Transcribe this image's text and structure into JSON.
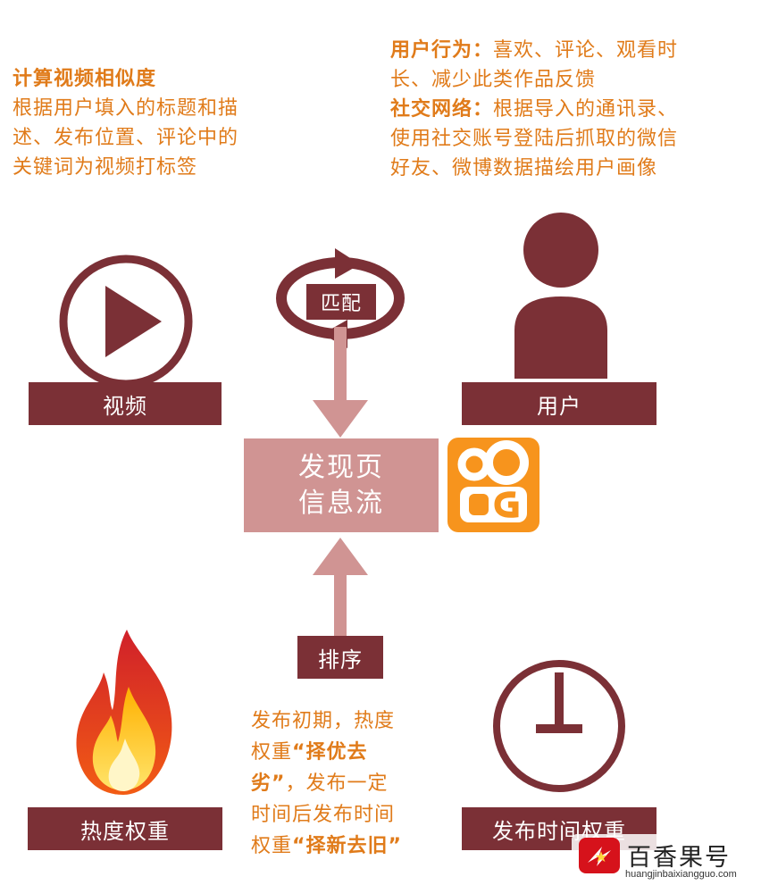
{
  "top_left": {
    "title": "计算视频相似度",
    "lines": [
      "根据用户填入的标题和描",
      "述、发布位置、评论中的",
      "关键词为视频打标签"
    ]
  },
  "top_right": {
    "behavior_title": "用户行为：",
    "behavior_lines": [
      "喜欢、评论、观看时",
      "长、减少此类作品反馈"
    ],
    "social_title": "社交网络：",
    "social_lines": [
      "根据导入的通讯录、",
      "使用社交账号登陆后抓取的微信",
      "好友、微博数据描绘用户画像"
    ]
  },
  "nodes": {
    "video": "视频",
    "user": "用户",
    "match": "匹配",
    "feed_line1": "发现页",
    "feed_line2": "信息流",
    "sort": "排序",
    "heat": "热度权重",
    "time": "发布时间权重"
  },
  "bottom_center": {
    "lines": [
      {
        "pre": "发布初期，热度",
        "bold": ""
      },
      {
        "pre": "权重",
        "bold": "“择优去"
      },
      {
        "pre": "",
        "bold": "劣”",
        "post": "，发布一定"
      },
      {
        "pre": "时间后发布时间",
        "bold": ""
      },
      {
        "pre": "权重",
        "bold": "“择新去旧”"
      }
    ]
  },
  "watermark": {
    "brand": "百香果号",
    "url": "huangjinbaixiangguo.com"
  },
  "colors": {
    "dark": "#7b3036",
    "pink": "#d09493",
    "orange": "#e07b1a",
    "kuaishou": "#f7941d"
  }
}
